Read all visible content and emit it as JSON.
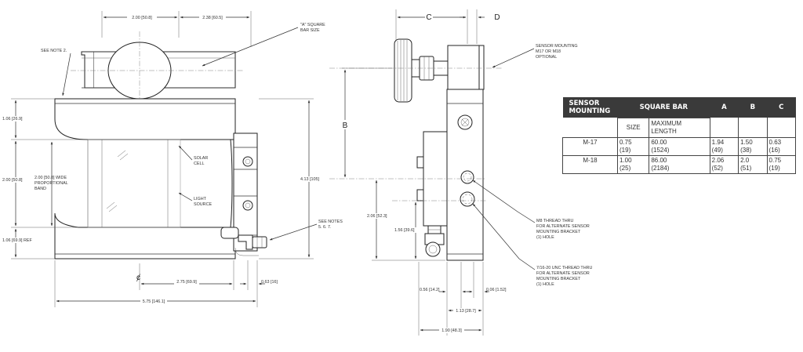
{
  "side_view": {
    "dim_top_left": "2.00 [50.8]",
    "dim_top_right": "2.38 [60.5]",
    "callout_bar_line1": "\"A\" SQUARE",
    "callout_bar_line2": "BAR SIZE",
    "see_note_2": "SEE NOTE 2.",
    "dim_upper_band": "1.06 [26.9]",
    "dim_band_width_line1": "2.00 [50.8] WIDE",
    "dim_band_width_line2": "PROPORTIONAL",
    "dim_band_width_line3": "BAND",
    "dim_left_vertical": "2.00 [50.8]",
    "dim_lower_band": "1.06 [69.9] REF",
    "label_solar_line1": "SOLAR",
    "label_solar_line2": "CELL",
    "label_light_line1": "LIGHT",
    "label_light_line2": "SOURCE",
    "dim_height": "4.13 [105]",
    "see_notes_line1": "SEE NOTES",
    "see_notes_line2": "5. 6. 7.",
    "centerline_symbol": "ȼ",
    "dim_275": "2.75 [69.9]",
    "dim_063": "0.63 [16]",
    "dim_575": "5.75 [146.1]"
  },
  "end_view": {
    "label_c": "C",
    "label_d": "D",
    "label_b": "B",
    "sensor_line1": "SENSOR MOUNTING",
    "sensor_line2": "M17 OR M18",
    "sensor_line3": "OPTIONAL",
    "dim_206": "2.06 [52.3]",
    "dim_156": "1.56 [39.6]",
    "m8_line1": "M8 THREAD THRU",
    "m8_line2": "FOR ALTERNATE SENSOR",
    "m8_line3": "MOUNTING BRACKET",
    "m8_line4": "(1) HOLE",
    "unc_line1": "7/16-20 UNC THREAD THRU",
    "unc_line2": "FOR ALTERNATE SENSOR",
    "unc_line3": "MOUNTING BRACKET",
    "unc_line4": "(1) HOLE",
    "dim_056": "0.56 [14.2]",
    "dim_006": "0.06 [1.52]",
    "dim_113": "1.13 [28.7]",
    "dim_190": "1.90 [48.3]"
  },
  "table": {
    "h_sensor_line1": "SENSOR",
    "h_sensor_line2": "MOUNTING",
    "h_square": "SQUARE BAR",
    "h_a": "A",
    "h_b": "B",
    "h_c": "C",
    "sub_size": "SIZE",
    "sub_max_line1": "MAXIMUM",
    "sub_max_line2": "LENGTH",
    "rows": [
      {
        "model": "M-17",
        "size": "0.75",
        "size_mm": "(19)",
        "len": "60.00",
        "len_mm": "(1524)",
        "a": "1.94",
        "a_mm": "(49)",
        "b": "1.50",
        "b_mm": "(38)",
        "c": "0.63",
        "c_mm": "(16)"
      },
      {
        "model": "M-18",
        "size": "1.00",
        "size_mm": "(25)",
        "len": "86.00",
        "len_mm": "(2184)",
        "a": "2.06",
        "a_mm": "(52)",
        "b": "2.0",
        "b_mm": "(51)",
        "c": "0.75",
        "c_mm": "(19)"
      }
    ]
  }
}
